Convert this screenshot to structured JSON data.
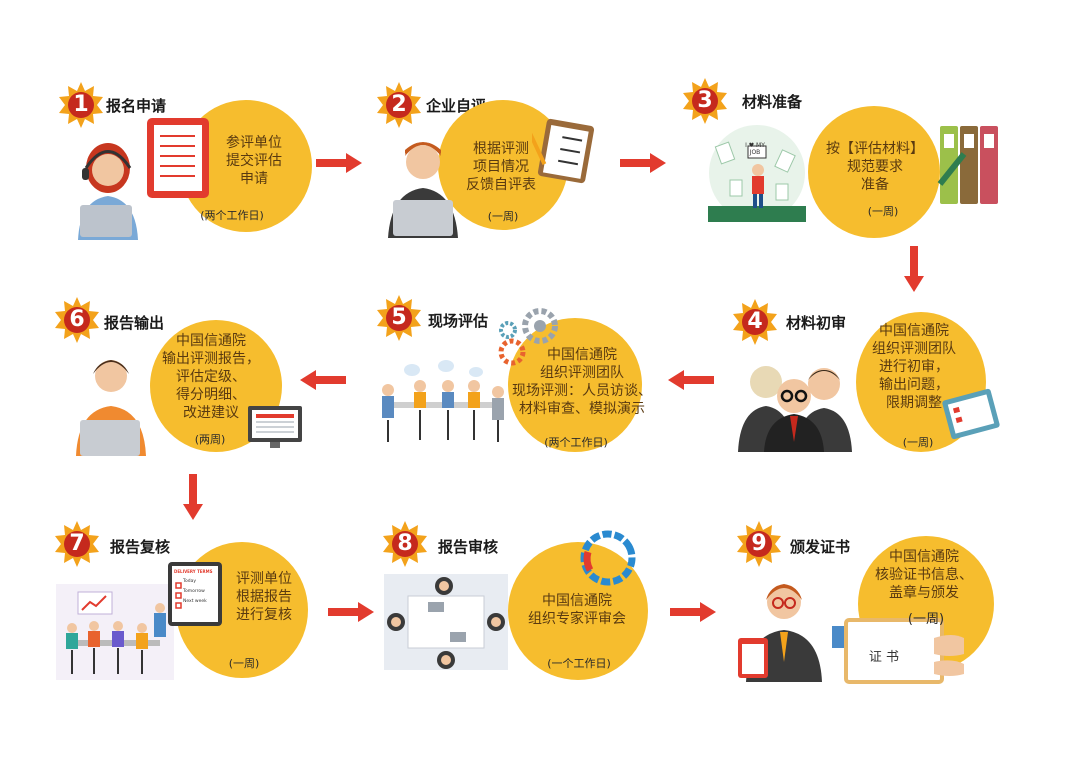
{
  "steps": [
    {
      "num": "1",
      "title": "报名申请",
      "lines": [
        "参评单位",
        "提交评估",
        "申请"
      ],
      "duration": "(两个工作日)"
    },
    {
      "num": "2",
      "title": "企业自评",
      "lines": [
        "根据评测",
        "项目情况",
        "反馈自评表"
      ],
      "duration": "(一周)"
    },
    {
      "num": "3",
      "title": "材料准备",
      "lines": [
        "按【评估材料】",
        "规范要求",
        "准备"
      ],
      "duration": "(一周)",
      "sign": "I ♥ MY JOB"
    },
    {
      "num": "4",
      "title": "材料初审",
      "lines": [
        "中国信通院",
        "组织评测团队",
        "进行初审，",
        "输出问题，",
        "限期调整"
      ],
      "duration": "(一周)"
    },
    {
      "num": "5",
      "title": "现场评估",
      "lines": [
        "中国信通院",
        "组织评测团队",
        "现场评测：人员访谈、",
        "材料审查、模拟演示"
      ],
      "duration": "(两个工作日)"
    },
    {
      "num": "6",
      "title": "报告输出",
      "lines": [
        "中国信通院",
        "输出评测报告，",
        "评估定级、",
        "得分明细、",
        "改进建议"
      ],
      "duration": "(两周)"
    },
    {
      "num": "7",
      "title": "报告复核",
      "lines": [
        "评测单位",
        "根据报告",
        "进行复核"
      ],
      "duration": "(一周)",
      "board": {
        "title": "DELIVERY TERMS",
        "items": [
          "Today",
          "Tomorrow",
          "Next week"
        ]
      }
    },
    {
      "num": "8",
      "title": "报告审核",
      "lines": [
        "中国信通院",
        "组织专家评审会"
      ],
      "duration": "(一个工作日)"
    },
    {
      "num": "9",
      "title": "颁发证书",
      "lines": [
        "中国信通院",
        "核验证书信息、",
        "盖章与颁发"
      ],
      "duration": "(一周)",
      "cert": "证 书"
    }
  ],
  "colors": {
    "badge": "#f3a21b",
    "circle": "#f6bd2e",
    "arrow": "#e23b2e",
    "text": "#5a3a10"
  }
}
